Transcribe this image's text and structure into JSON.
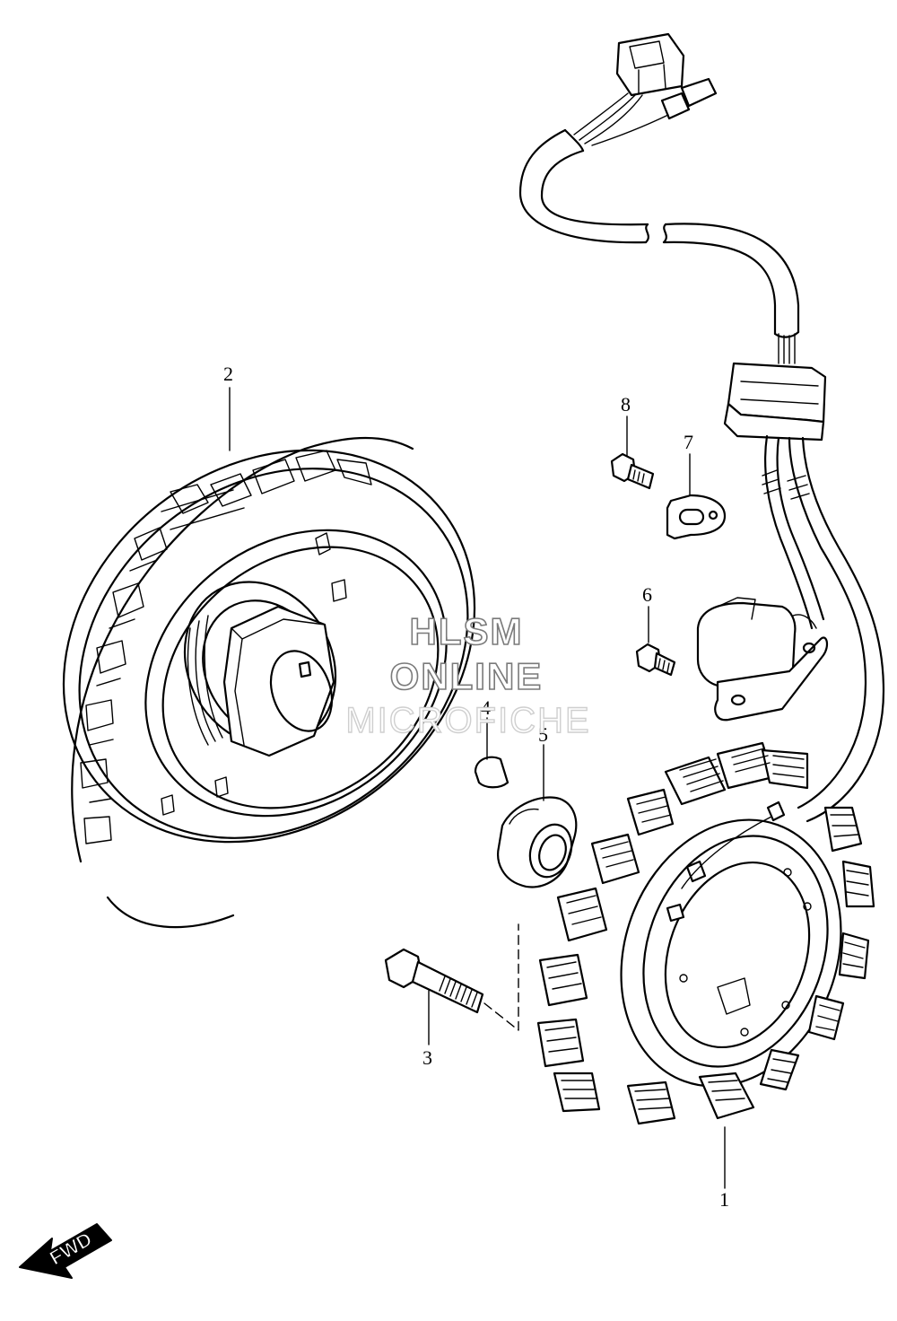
{
  "callouts": {
    "stator": "1",
    "rotor": "2",
    "bolt": "3",
    "key": "4",
    "spacer": "5",
    "screw_sensor": "6",
    "clamp": "7",
    "screw_clamp": "8"
  },
  "watermark": {
    "line1": "HLSM",
    "line2": "ONLINE",
    "line3": "MICROFICHE"
  },
  "direction_badge": {
    "label": "FWD"
  }
}
